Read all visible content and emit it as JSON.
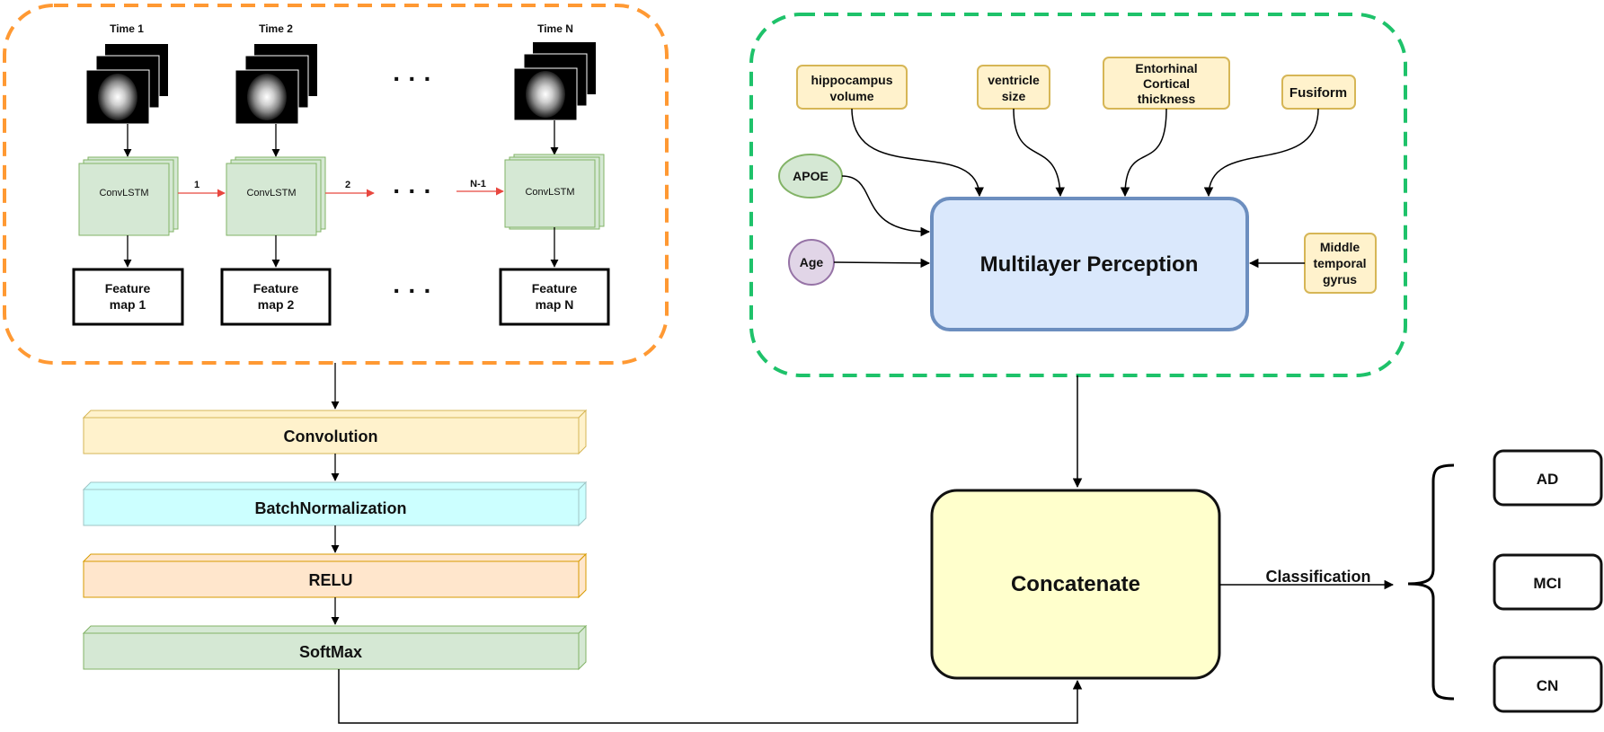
{
  "temporal_branch": {
    "time_labels": [
      "Time 1",
      "Time 2",
      "Time N"
    ],
    "convlstm_label": "ConvLSTM",
    "arrow_labels": [
      "1",
      "2",
      "N-1"
    ],
    "feature_maps": [
      {
        "line1": "Feature",
        "line2": "map 1"
      },
      {
        "line1": "Feature",
        "line2": "map 2"
      },
      {
        "line1": "Feature",
        "line2": "map N"
      }
    ],
    "ellipsis": "· · ·"
  },
  "layers": [
    {
      "label": "Convolution",
      "color": "#fff2cc",
      "border": "#d6b656"
    },
    {
      "label": "BatchNormalization",
      "color": "#ccffff",
      "border": "#9fc5c5"
    },
    {
      "label": "RELU",
      "color": "#ffe6cc",
      "border": "#d79b00"
    },
    {
      "label": "SoftMax",
      "color": "#d5e8d4",
      "border": "#82b366"
    }
  ],
  "clinical_branch": {
    "features": [
      {
        "line1": "hippocampus",
        "line2": "volume"
      },
      {
        "line1": "ventricle",
        "line2": "size"
      },
      {
        "line1": "Entorhinal",
        "line2": "Cortical",
        "line3": "thickness"
      },
      {
        "line1": "Fusiform"
      },
      {
        "line1": "Middle",
        "line2": "temporal",
        "line3": "gyrus"
      }
    ],
    "apoe": "APOE",
    "age": "Age",
    "mlp_label": "Multilayer Perception"
  },
  "fusion": {
    "concat_label": "Concatenate",
    "classification_label": "Classification",
    "classes": [
      "AD",
      "MCI",
      "CN"
    ]
  },
  "colors": {
    "orange_dash": "#ff9933",
    "green_dash": "#1ec26a",
    "convlstm_fill": "#d5e8d4",
    "convlstm_border": "#82b366",
    "red_arrow": "#e8473f",
    "feature_fill": "#fff2cc",
    "feature_border": "#d6b656",
    "mlp_fill": "#dae8fc",
    "mlp_border": "#6c8ebf",
    "concat_fill": "#ffffcc",
    "apoe_fill": "#d5e8d4",
    "apoe_border": "#82b366",
    "age_fill": "#e1d5e7",
    "age_border": "#9673a6"
  }
}
